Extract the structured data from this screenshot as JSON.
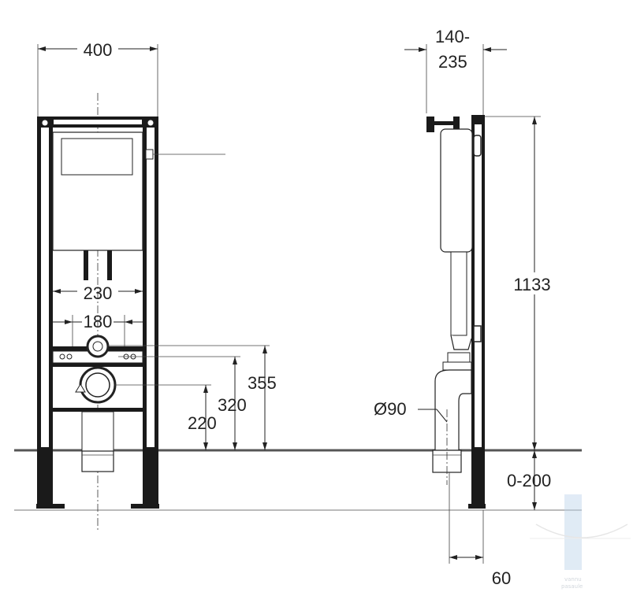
{
  "front_view": {
    "width": "400",
    "flush_spacing": "230",
    "bolt_spacing": "180",
    "height_355": "355",
    "height_320": "320",
    "height_220": "220"
  },
  "side_view": {
    "depth_a": "140-",
    "depth_b": "235",
    "total_height": "1133",
    "pipe_diameter": "Ø90",
    "leg_adjust": "0-200",
    "foot_depth": "60"
  },
  "watermark": {
    "line1": "vannu",
    "line2": "pasaule"
  }
}
